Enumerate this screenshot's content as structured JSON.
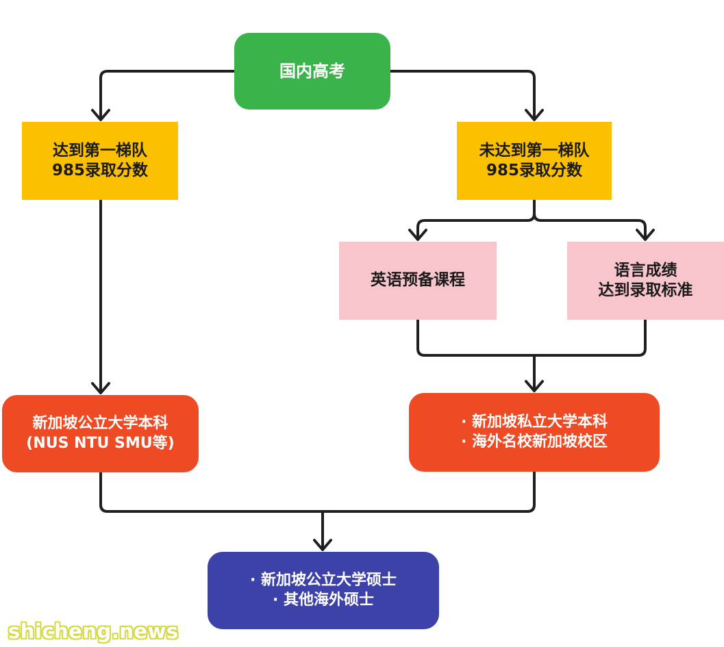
{
  "colors": {
    "green": "#3ab34a",
    "yellow": "#fbc000",
    "pink": "#f8c5cc",
    "red_orange": "#ee4a23",
    "indigo": "#3d42a8",
    "line": "#1f1f1f",
    "text_dark": "#1a1a1a",
    "text_light": "#ffffff"
  },
  "nodes": {
    "root": {
      "lines": [
        "国内高考"
      ]
    },
    "reach_985": {
      "lines": [
        "达到第一梯队",
        "985录取分数"
      ]
    },
    "not_reach_985": {
      "lines": [
        "未达到第一梯队",
        "985录取分数"
      ]
    },
    "english_prep": {
      "lines": [
        "英语预备课程"
      ]
    },
    "language_score": {
      "lines": [
        "语言成绩",
        "达到录取标准"
      ]
    },
    "public_undergrad": {
      "lines": [
        "新加坡公立大学本科",
        "(NUS NTU SMU等)"
      ]
    },
    "private_undergrad": {
      "lines": [
        "· 新加坡私立大学本科",
        "· 海外名校新加坡校区"
      ]
    },
    "masters": {
      "lines": [
        "· 新加坡公立大学硕士",
        "· 其他海外硕士"
      ]
    }
  },
  "edges": [
    [
      "root",
      "reach_985"
    ],
    [
      "root",
      "not_reach_985"
    ],
    [
      "not_reach_985",
      "english_prep"
    ],
    [
      "not_reach_985",
      "language_score"
    ],
    [
      "reach_985",
      "public_undergrad"
    ],
    [
      "english_prep",
      "private_undergrad"
    ],
    [
      "language_score",
      "private_undergrad"
    ],
    [
      "public_undergrad",
      "masters"
    ],
    [
      "private_undergrad",
      "masters"
    ]
  ],
  "watermark": "shicheng.news"
}
